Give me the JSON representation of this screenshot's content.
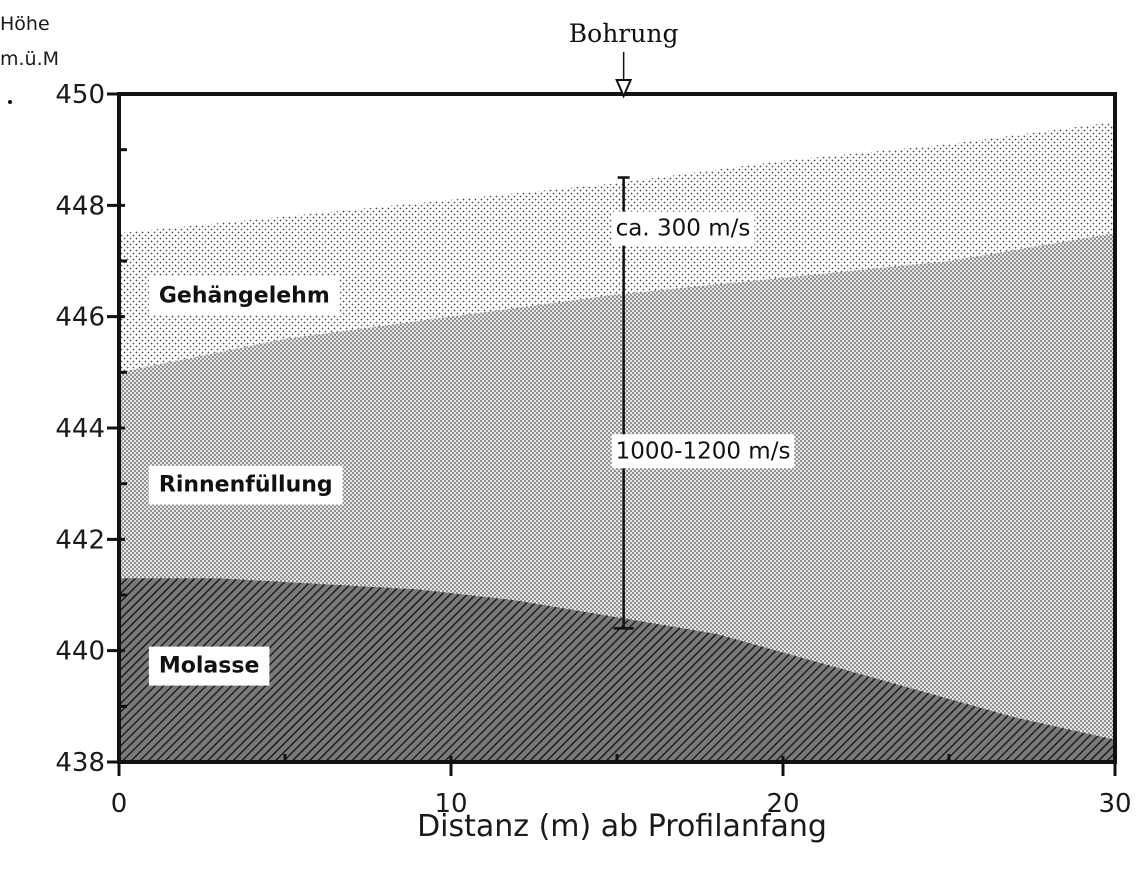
{
  "chart_data": {
    "type": "area",
    "title": "",
    "xlabel": "Distanz (m) ab Profilanfang",
    "ylabel": [
      "Höhe",
      "m.ü.M"
    ],
    "xlim": [
      0,
      30
    ],
    "ylim": [
      438,
      450
    ],
    "x_ticks": [
      0,
      10,
      20,
      30
    ],
    "y_ticks": [
      438,
      440,
      442,
      444,
      446,
      448,
      450
    ],
    "grid": false,
    "layers": [
      {
        "name": "Gehängelehm",
        "pattern": "sparse-dots",
        "top": {
          "x": [
            0,
            5,
            10,
            15,
            20,
            25,
            30
          ],
          "y": [
            447.5,
            447.8,
            448.1,
            448.4,
            448.8,
            449.1,
            449.5
          ]
        }
      },
      {
        "name": "Rinnenfüllung",
        "pattern": "dense-dots",
        "top": {
          "x": [
            0,
            5,
            10,
            15,
            20,
            25,
            30
          ],
          "y": [
            445.0,
            445.6,
            446.0,
            446.4,
            446.7,
            447.0,
            447.5
          ]
        }
      },
      {
        "name": "Molasse",
        "pattern": "hatch",
        "top": {
          "x": [
            0,
            3,
            6,
            9,
            12,
            15,
            18,
            21,
            24,
            27,
            30
          ],
          "y": [
            441.3,
            441.3,
            441.2,
            441.1,
            440.9,
            440.6,
            440.3,
            439.8,
            439.3,
            438.8,
            438.4
          ]
        }
      }
    ],
    "borehole": {
      "label": "Bohrung",
      "x": 15.2,
      "marker_y": 450,
      "log_top": 448.5,
      "log_bottom": 440.4
    },
    "velocities": [
      {
        "label": "ca. 300 m/s",
        "x": 15.2,
        "y": 447.6
      },
      {
        "label": "1000-1200 m/s",
        "x": 15.2,
        "y": 443.6
      }
    ]
  }
}
